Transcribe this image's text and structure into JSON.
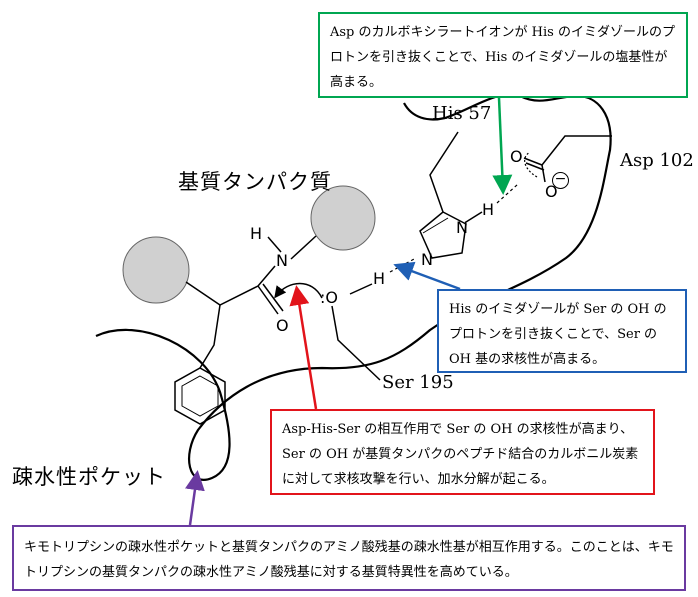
{
  "labels": {
    "his57": "His 57",
    "asp102": "Asp 102",
    "ser195": "Ser 195",
    "substrate_protein": "基質タンパク質",
    "hydrophobic_pocket": "疎水性ポケット"
  },
  "atoms": {
    "carbonyl_O": "O",
    "amide_N": "N",
    "amide_H": "H",
    "ser_O": ":O",
    "ser_H": "H",
    "his_N_top": "N",
    "his_H_top": "H",
    "his_N_bottom": "N",
    "asp_O_top": "O",
    "asp_O_bottom": "O",
    "charge": "⊖"
  },
  "notes": {
    "green": "Asp のカルボキシラートイオンが His のイミダゾールのプロトンを引き抜くことで、His のイミダゾールの塩基性が高まる。",
    "blue": "His のイミダゾールが Ser の OH のプロトンを引き抜くことで、Ser の OH 基の求核性が高まる。",
    "red": "Asp-His-Ser の相互作用で Ser の OH の求核性が高まり、Ser の OH が基質タンパクのペプチド結合のカルボニル炭素に対して求核攻撃を行い、加水分解が起こる。",
    "purple": "キモトリプシンの疎水性ポケットと基質タンパクのアミノ酸残基の疎水性基が相互作用する。このことは、キモトリプシンの基質タンパクの疎水性アミノ酸残基に対する基質特異性を高めている。"
  },
  "colors": {
    "green": "#00a651",
    "blue": "#1f5fb5",
    "red": "#e2141b",
    "purple": "#6a3aa0",
    "circle_fill": "#d0d0d0"
  }
}
